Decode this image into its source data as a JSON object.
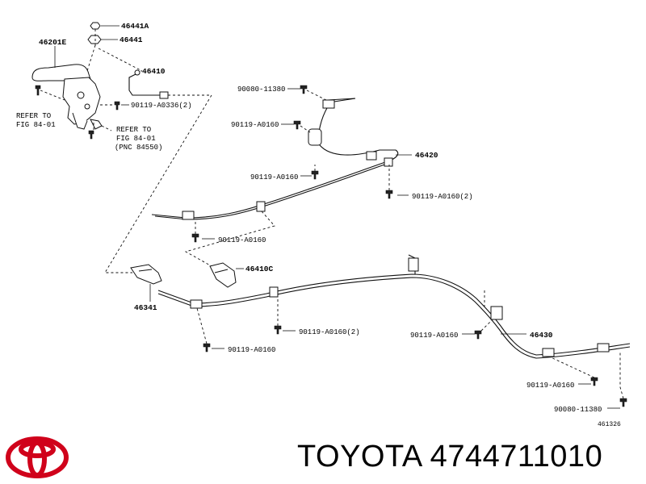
{
  "diagram": {
    "labels": {
      "p46441A": "46441A",
      "p46441": "46441",
      "p46201E": "46201E",
      "p46410": "46410",
      "b90119A0336": "90119-A0336(2)",
      "refer1_line1": "REFER TO",
      "refer1_line2": "FIG 84-01",
      "refer2_line1": "REFER TO",
      "refer2_line2": "FIG 84-01",
      "refer2_line3": "(PNC 84550)",
      "b90080_top": "90080-11380",
      "b90119_a": "90119-A0160",
      "p46420": "46420",
      "b90119_b": "90119-A0160",
      "b90119_c": "90119-A0160(2)",
      "b90119_d": "90119-A0160",
      "p46410C": "46410C",
      "p46341": "46341",
      "b90119_e": "90119-A0160(2)",
      "b90119_f": "90119-A0160",
      "b90119_g": "90119-A0160",
      "p46430": "46430",
      "b90119_h": "90119-A0160",
      "b90080_bottom": "90080-11380",
      "figure_number": "461326"
    }
  },
  "footer": {
    "brand_and_part": "TOYOTA 4744711010"
  },
  "logo": {
    "brand": "Toyota",
    "color": "#d0021b"
  }
}
